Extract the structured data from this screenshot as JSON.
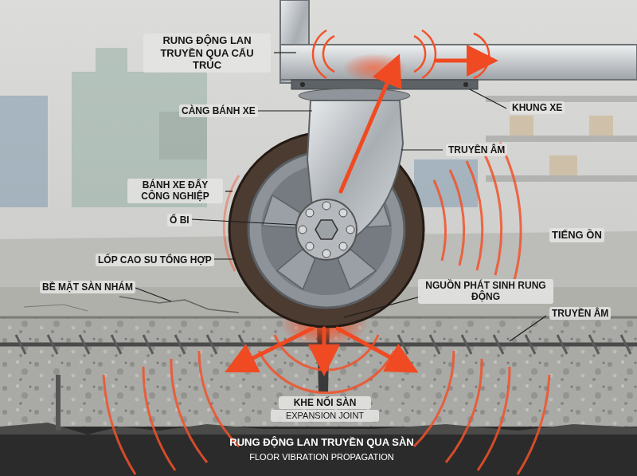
{
  "diagram": {
    "labels": [
      "RUNG ĐỘNG LAN TRUYỀN QUA CẤU TRÚC",
      "CÀNG BÁNH XE",
      "KHUNG XE",
      "TRUYỀN ÂM",
      "BÁNH XE ĐẨY CÔNG NGHIỆP",
      "Ổ BI",
      "TIẾNG ỒN",
      "LỐP CAO SU TỔNG HỢP",
      "BỀ MẶT SÀN NHÁM",
      "NGUỒN PHÁT SINH RUNG ĐỘNG",
      "TRUYỀN ÂM",
      "KHE NỐI SÀN",
      "EXPANSION JOINT",
      "RUNG ĐỘNG LAN TRUYỀN QUA SÀN",
      "FLOOR VIBRATION PROPAGATION"
    ]
  }
}
